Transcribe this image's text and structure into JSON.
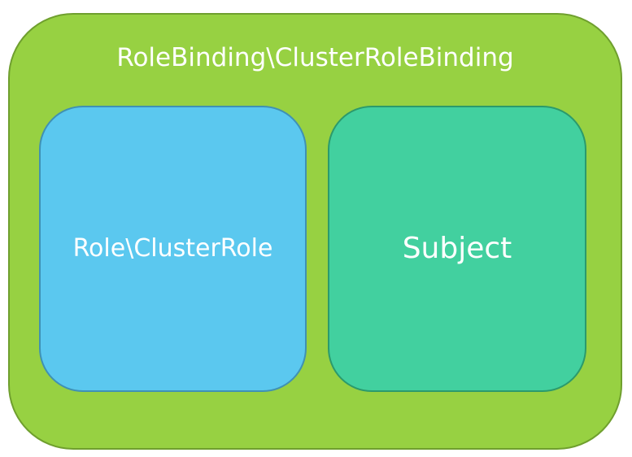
{
  "colors": {
    "outer_fill": "#97d142",
    "left_box_fill": "#5bc8ef",
    "right_box_fill": "#42d09f",
    "text": "#ffffff"
  },
  "diagram": {
    "outer": {
      "label": "RoleBinding\\ClusterRoleBinding"
    },
    "left": {
      "label": "Role\\ClusterRole"
    },
    "right": {
      "label": "Subject"
    }
  }
}
